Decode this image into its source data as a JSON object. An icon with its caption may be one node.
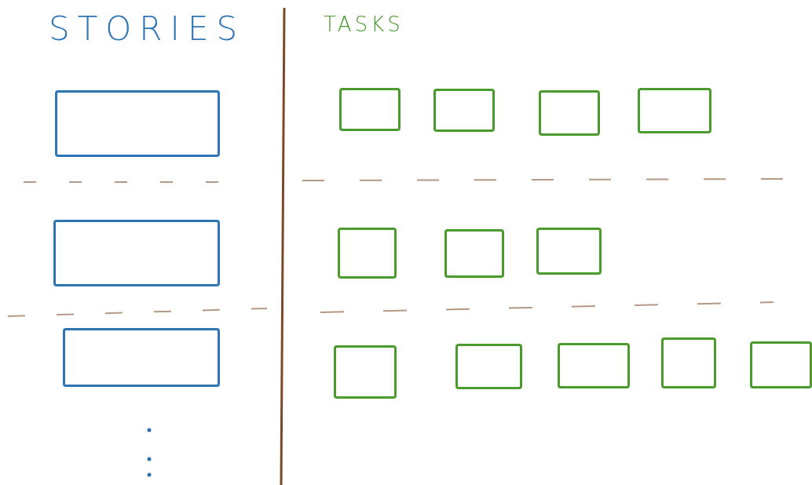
{
  "diagram": {
    "nodes": [
      {
        "text": [],
        "shape": "box"
      },
      {
        "text": [],
        "shape": "box"
      },
      {
        "text": [],
        "shape": "box"
      },
      {
        "text": [],
        "shape": "box"
      },
      {
        "text": [],
        "shape": "box"
      },
      {
        "text": [],
        "shape": "box"
      },
      {
        "text": [],
        "shape": "box"
      },
      {
        "text": [],
        "shape": "box"
      },
      {
        "text": [],
        "shape": "box"
      },
      {
        "text": [],
        "shape": "box"
      },
      {
        "text": [],
        "shape": "box"
      },
      {
        "text": [],
        "shape": "box"
      },
      {
        "text": [],
        "shape": "box"
      },
      {
        "text": [],
        "shape": "box"
      },
      {
        "text": [],
        "shape": "box"
      }
    ],
    "labels": [
      "STORIES",
      "TASKS"
    ]
  }
}
